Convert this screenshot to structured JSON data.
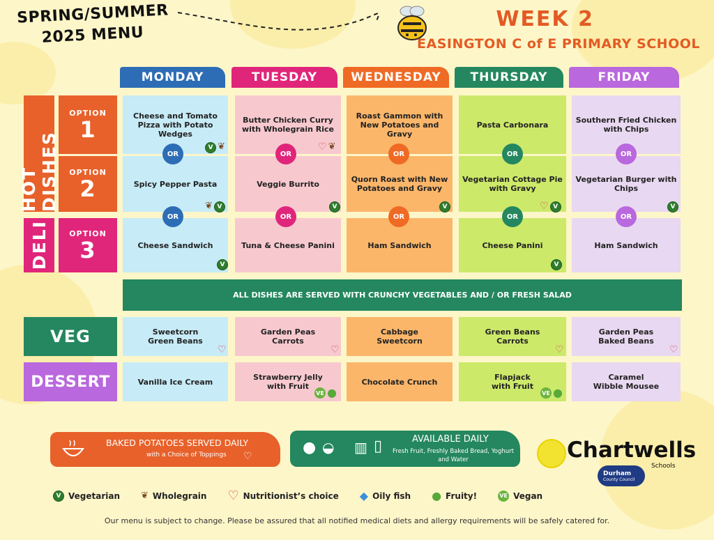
{
  "header": {
    "title_line1": "SPRING/SUMMER",
    "title_line2": "2025 MENU",
    "week": "WEEK 2",
    "school": "EASINGTON C of E PRIMARY SCHOOL"
  },
  "colors": {
    "monday": "#2d6db6",
    "tuesday": "#e0267a",
    "wednesday": "#ef6a24",
    "thursday": "#24875f",
    "friday": "#b968de",
    "mon_cell": "#c7ebf7",
    "tue_cell": "#f7c9cf",
    "wed_cell": "#fbb66a",
    "thu_cell": "#cce96a",
    "fri_cell": "#e8d8f1",
    "hot": "#e8612a",
    "deli": "#e0267a",
    "veg": "#24875f",
    "dessert": "#b968de"
  },
  "days": [
    "MONDAY",
    "TUESDAY",
    "WEDNESDAY",
    "THURSDAY",
    "FRIDAY"
  ],
  "labels": {
    "hot_dishes": "HOT DISHES",
    "deli": "DELI",
    "option": "OPTION",
    "opt1": "1",
    "opt2": "2",
    "opt3": "3",
    "or": "OR",
    "veg": "VEG",
    "dessert": "DESSERT",
    "served_with": "ALL DISHES ARE SERVED WITH CRUNCHY VEGETABLES AND / OR FRESH SALAD"
  },
  "menu": {
    "option1": [
      "Cheese and Tomato Pizza with Potato Wedges",
      "Butter Chicken Curry with Wholegrain Rice",
      "Roast Gammon with New Potatoes and Gravy",
      "Pasta Carbonara",
      "Southern Fried Chicken with Chips"
    ],
    "option2": [
      "Spicy Pepper Pasta",
      "Veggie Burrito",
      "Quorn Roast with New Potatoes and Gravy",
      "Vegetarian Cottage Pie with Gravy",
      "Vegetarian Burger with Chips"
    ],
    "option3": [
      "Cheese Sandwich",
      "Tuna & Cheese Panini",
      "Ham Sandwich",
      "Cheese Panini",
      "Ham Sandwich"
    ],
    "veg": [
      "Sweetcorn\nGreen Beans",
      "Garden Peas\nCarrots",
      "Cabbage\nSweetcorn",
      "Green Beans\nCarrots",
      "Garden Peas\nBaked Beans"
    ],
    "dessert": [
      "Vanilla Ice Cream",
      "Strawberry Jelly\nwith Fruit",
      "Chocolate Crunch",
      "Flapjack\nwith Fruit",
      "Caramel\nWibble Mousee"
    ]
  },
  "badges": {
    "v": "V",
    "ve": "VE"
  },
  "bottom": {
    "baked_title": "BAKED POTATOES SERVED DAILY",
    "baked_sub": "with a Choice of Toppings",
    "available_title": "AVAILABLE DAILY",
    "available_sub": "Fresh Fruit, Freshly Baked Bread, Yoghurt and Water",
    "brand": "Chartwells",
    "brand_sub": "Schools",
    "council_line1": "Durham",
    "council_line2": "County Council"
  },
  "legend": {
    "vegetarian": "Vegetarian",
    "wholegrain": "Wholegrain",
    "nutritionist": "Nutritionist’s choice",
    "oily_fish": "Oily fish",
    "fruity": "Fruity!",
    "vegan": "Vegan"
  },
  "footer": "Our menu is subject to change. Please be assured that all notified medical diets and allergy requirements will be safely catered for."
}
